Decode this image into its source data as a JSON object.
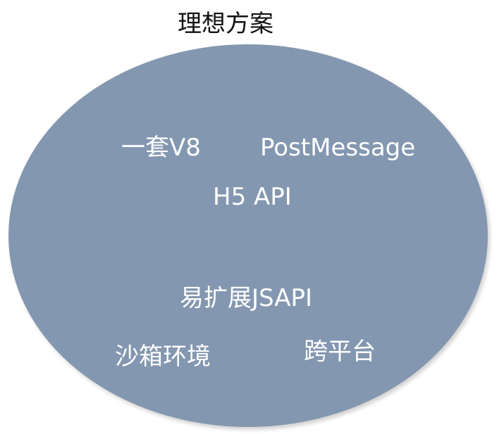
{
  "title": "理想方案",
  "colors": {
    "ellipse_fill": "#8497b0",
    "label_text": "#ffffff",
    "title_text": "#111111"
  },
  "labels": {
    "v8": "一套V8",
    "postmessage": "PostMessage",
    "h5_api": "H5 API",
    "jsapi": "易扩展JSAPI",
    "sandbox": "沙箱环境",
    "cross_platform": "跨平台"
  }
}
